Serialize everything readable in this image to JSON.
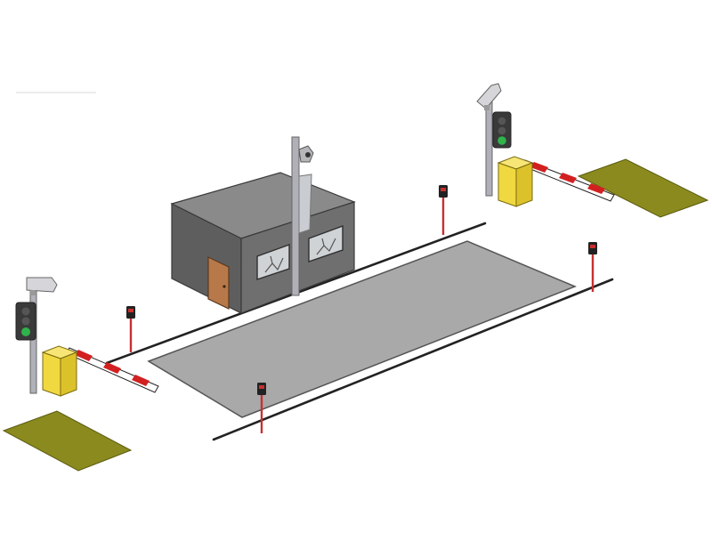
{
  "diagram": {
    "kind": "weighbridge-layout-illustration",
    "components": [
      "weighbridge-platform",
      "control-booth",
      "booth-camera",
      "barrier-gate-left",
      "barrier-gate-right",
      "traffic-light-left",
      "traffic-light-right",
      "surveillance-camera-left",
      "surveillance-camera-right",
      "position-sensor-post",
      "induction-loop-pad-left",
      "induction-loop-pad-right"
    ]
  },
  "colors": {
    "background": "#ffffff",
    "platform_fill": "#a9a9a9",
    "platform_stroke": "#555555",
    "booth_front": "#6f6f6f",
    "booth_side": "#5e5e5e",
    "booth_top": "#8a8a8a",
    "booth_door": "#b8794a",
    "barrier_housing": "#f0d840",
    "barrier_arm_red": "#d22020",
    "barrier_arm_white": "#ffffff",
    "loop_pad": "#8a8a1e",
    "sensor_post": "#c83030",
    "pole": "#b0b0b8",
    "road_line": "#222222",
    "signal_green": "#2fb34a"
  }
}
